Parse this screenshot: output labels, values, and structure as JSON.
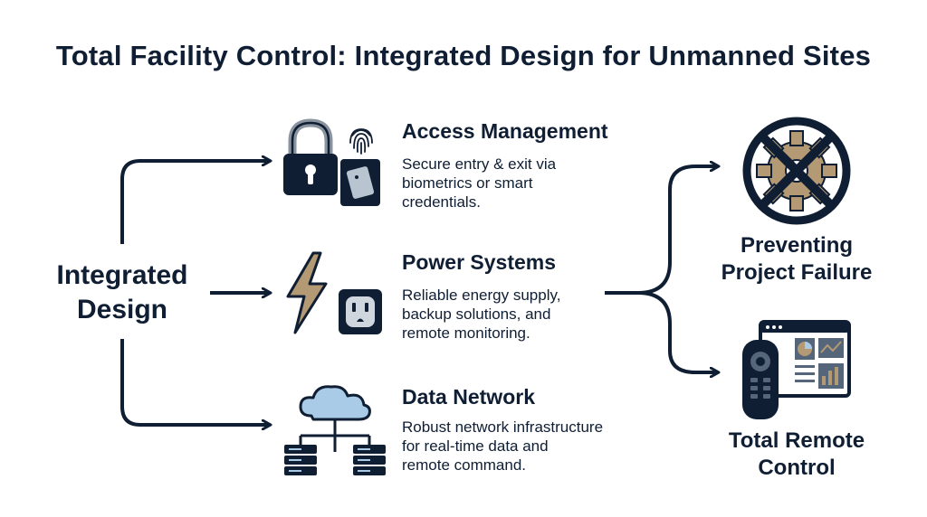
{
  "title": "Total Facility Control: Integrated Design for Unmanned Sites",
  "hub": {
    "line1": "Integrated",
    "line2": "Design"
  },
  "components": [
    {
      "title": "Access Management",
      "desc": [
        "Secure entry & exit via",
        "biometrics or smart",
        "credentials."
      ],
      "icons": [
        "padlock-icon",
        "fingerprint-icon",
        "smart-card-icon"
      ]
    },
    {
      "title": "Power Systems",
      "desc": [
        "Reliable energy supply,",
        "backup solutions, and",
        "remote monitoring."
      ],
      "icons": [
        "lightning-bolt-icon",
        "power-outlet-icon"
      ]
    },
    {
      "title": "Data Network",
      "desc": [
        "Robust network infrastructure",
        "for real-time data and",
        "remote command."
      ],
      "icons": [
        "cloud-icon",
        "server-rack-icon"
      ]
    }
  ],
  "outcomes": [
    {
      "line1": "Preventing",
      "line2": "Project Failure",
      "icon": "crossed-gear-icon"
    },
    {
      "line1": "Total Remote",
      "line2": "Control",
      "icon": "remote-dashboard-icon"
    }
  ],
  "colors": {
    "navy": "#0f1e33",
    "slate": "#55657a",
    "tan": "#b49a74",
    "sky": "#a9cbe8",
    "grey": "#8a949f"
  }
}
